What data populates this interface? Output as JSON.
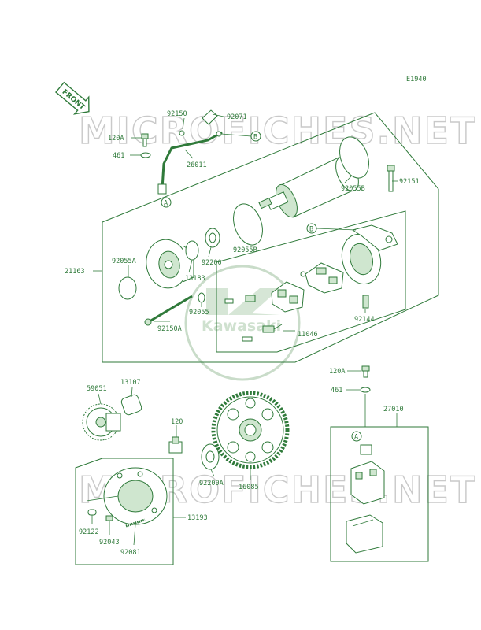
{
  "diagram_code": "E1940",
  "front_label": "FRONT",
  "watermark": "MICROFICHES.NET",
  "logo_text": "Kawasaki",
  "part_numbers": {
    "p92150": "92150",
    "p92071": "92071",
    "p120A_top": "120A",
    "p461_top": "461",
    "p26011": "26011",
    "p92055B_top": "92055B",
    "p92151": "92151",
    "p21163": "21163",
    "p92055A": "92055A",
    "p13183": "13183",
    "p92200": "92200",
    "p92055B_mid": "92055B",
    "p92055": "92055",
    "p92150A": "92150A",
    "p11046": "11046",
    "p92144": "92144",
    "p120A_bot": "120A",
    "p461_bot": "461",
    "p27010": "27010",
    "p59051": "59051",
    "p13107": "13107",
    "p120": "120",
    "p92200A": "92200A",
    "p16085": "16085",
    "p13193": "13193",
    "p92122": "92122",
    "p92043": "92043",
    "p92081": "92081"
  },
  "callouts": {
    "A1": "A",
    "B1": "B",
    "B2": "B",
    "A2": "A"
  }
}
